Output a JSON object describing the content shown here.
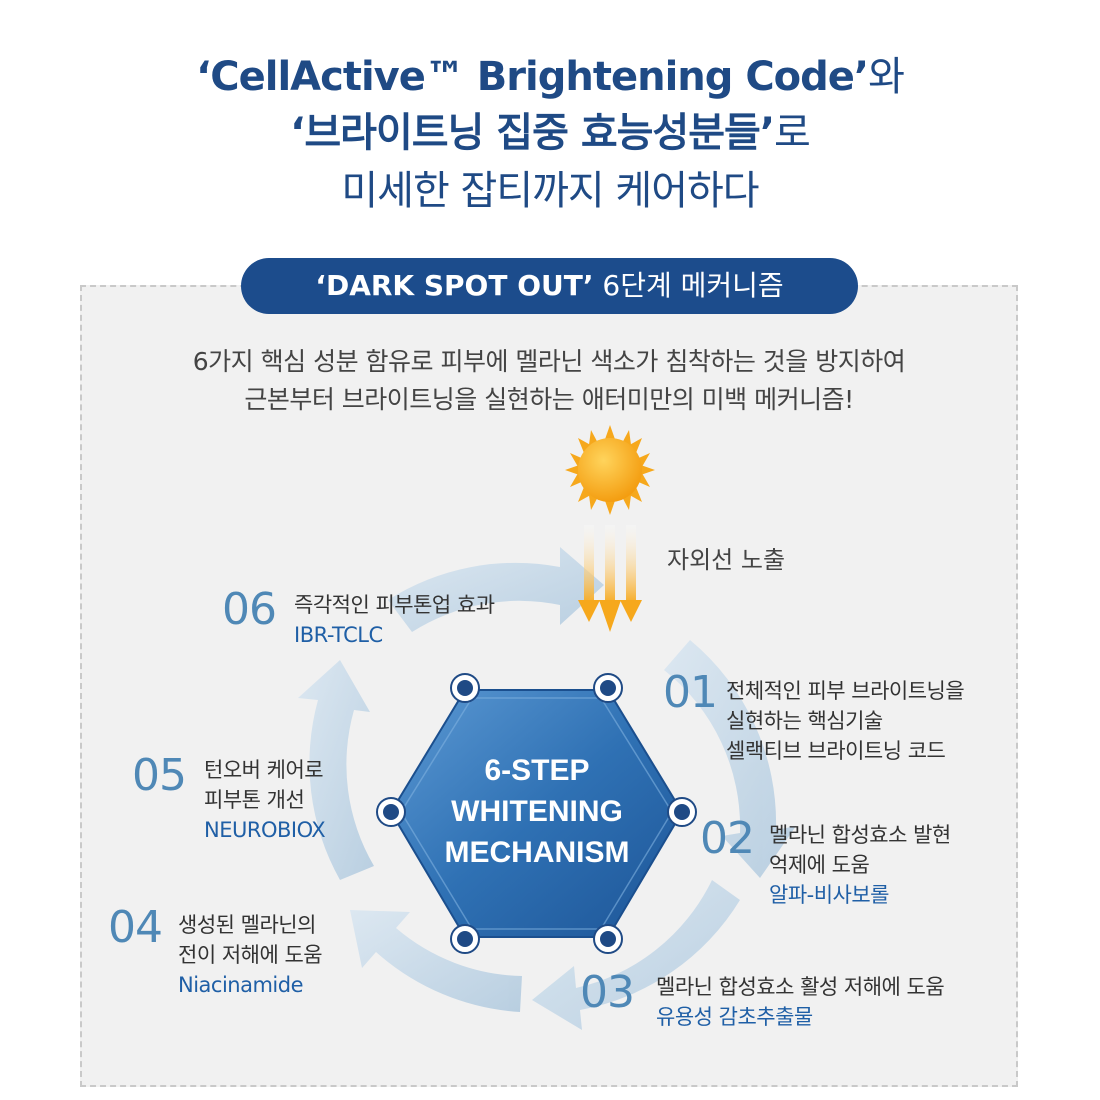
{
  "header": {
    "line1_bold": "‘CellActive™  Brightening Code’",
    "line1_rest": "와",
    "line2_bold": "‘브라이트닝 집중 효능성분들’",
    "line2_rest": "로",
    "line3": "미세한 잡티까지 케어하다"
  },
  "badge": {
    "bold": "‘DARK SPOT OUT’",
    "rest": " 6단계 메커니즘"
  },
  "intro": {
    "line1": "6가지 핵심 성분 함유로 피부에 멜라닌 색소가 침착하는 것을 방지하여",
    "line2": "근본부터 브라이트닝을 실현하는 애터미만의 미백 메커니즘!"
  },
  "sun": {
    "label": "자외선 노출"
  },
  "center": {
    "line1": "6-STEP",
    "line2": "WHITENING",
    "line3": "MECHANISM"
  },
  "steps": [
    {
      "num": "01",
      "lines": [
        "전체적인 피부 브라이트닝을",
        "실현하는 핵심기술",
        "셀랙티브 브라이트닝 코드"
      ],
      "ingredient": ""
    },
    {
      "num": "02",
      "lines": [
        "멜라닌 합성효소 발현",
        "억제에 도움"
      ],
      "ingredient": "알파-비사보롤"
    },
    {
      "num": "03",
      "lines": [
        "멜라닌 합성효소 활성 저해에 도움"
      ],
      "ingredient": "유용성 감초추출물"
    },
    {
      "num": "04",
      "lines": [
        "생성된 멜라닌의",
        "전이 저해에 도움"
      ],
      "ingredient": "Niacinamide"
    },
    {
      "num": "05",
      "lines": [
        "턴오버 케어로",
        "피부톤 개선"
      ],
      "ingredient": "NEUROBIOX"
    },
    {
      "num": "06",
      "lines": [
        "즉각적인 피부톤업 효과"
      ],
      "ingredient": "IBR-TCLC"
    }
  ],
  "colors": {
    "title": "#1f4a85",
    "badge_bg": "#1c4c8c",
    "step_number": "#4f88b6",
    "ingredient": "#1f5fa6",
    "sun": "#f6a81c",
    "hexagon": "#2d6db0",
    "cycle_arrows": "#c5d8e8"
  }
}
